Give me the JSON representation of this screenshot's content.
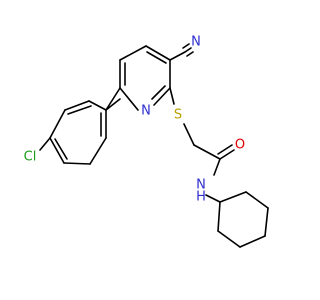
{
  "molecule": {
    "atoms": {
      "nitrile_n": {
        "label": "N",
        "color": "#2f2fd0"
      },
      "ring_n": {
        "label": "N",
        "color": "#2f2fd0"
      },
      "sulfur": {
        "label": "S",
        "color": "#b8a000"
      },
      "oxygen": {
        "label": "O",
        "color": "#e00000"
      },
      "amide_nh": {
        "label": "N",
        "h_label": "H",
        "color": "#2f2fd0"
      },
      "chlorine": {
        "label": "Cl",
        "color": "#1a9e1a"
      }
    }
  }
}
